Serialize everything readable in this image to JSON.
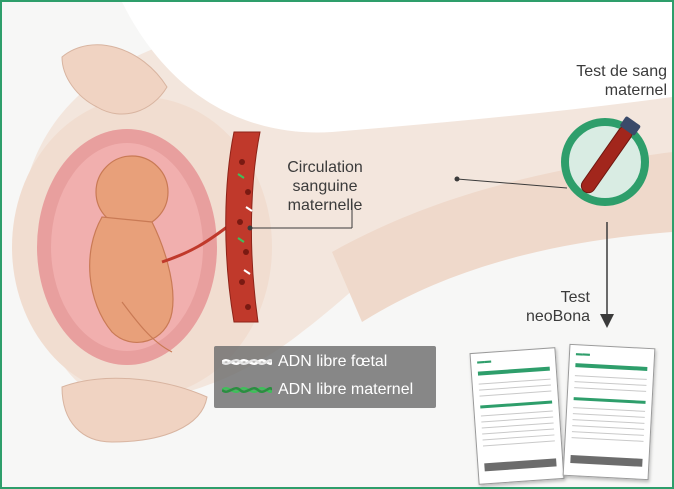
{
  "labels": {
    "blood_test": "Test de sang maternel",
    "blood_test_line1": "Test de sang",
    "blood_test_line2": "maternel",
    "circulation_line1": "Circulation",
    "circulation_line2": "sanguine",
    "circulation_line3": "maternelle",
    "test_line1": "Test",
    "test_line2": "neoBona"
  },
  "legend": {
    "fetal": "ADN libre fœtal",
    "maternal": "ADN libre maternel"
  },
  "colors": {
    "frame": "#2e9e6b",
    "fetal_dna": "#ffffff",
    "maternal_dna": "#3fbf5a",
    "blood": "#c0392b",
    "fetus": "#e8a07a"
  }
}
